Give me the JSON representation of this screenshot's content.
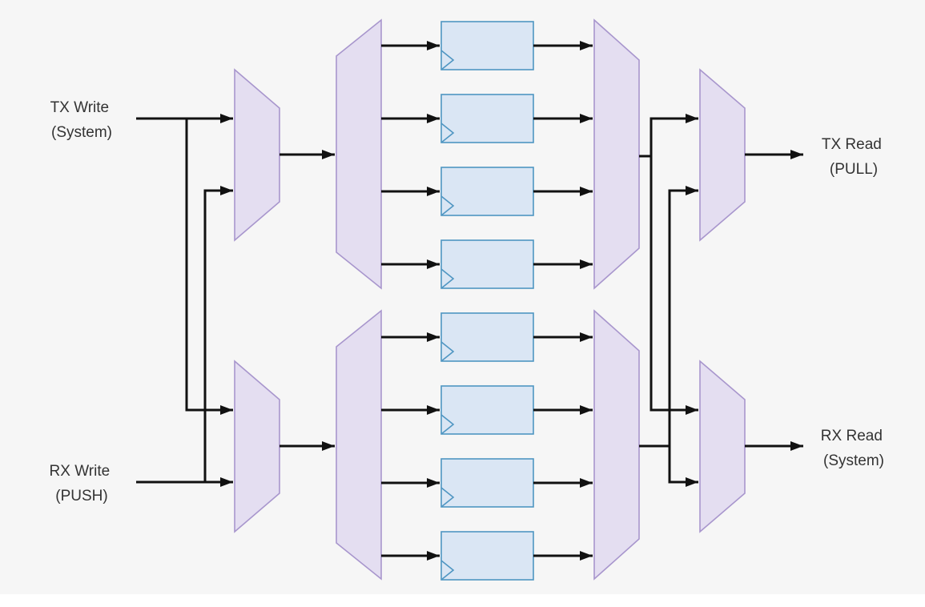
{
  "labels": {
    "tx_write": [
      "TX Write",
      "(System)"
    ],
    "rx_write": [
      "RX Write",
      "(PUSH)"
    ],
    "tx_read": [
      "TX Read",
      "(PULL)"
    ],
    "rx_read": [
      "RX Read",
      "(System)"
    ]
  },
  "colors": {
    "background": "#f6f6f6",
    "mux_fill": "#e4def1",
    "mux_stroke": "#a896cd",
    "register_fill": "#dae6f4",
    "register_stroke": "#4f96c2",
    "wire": "#111111",
    "text": "#333333"
  }
}
